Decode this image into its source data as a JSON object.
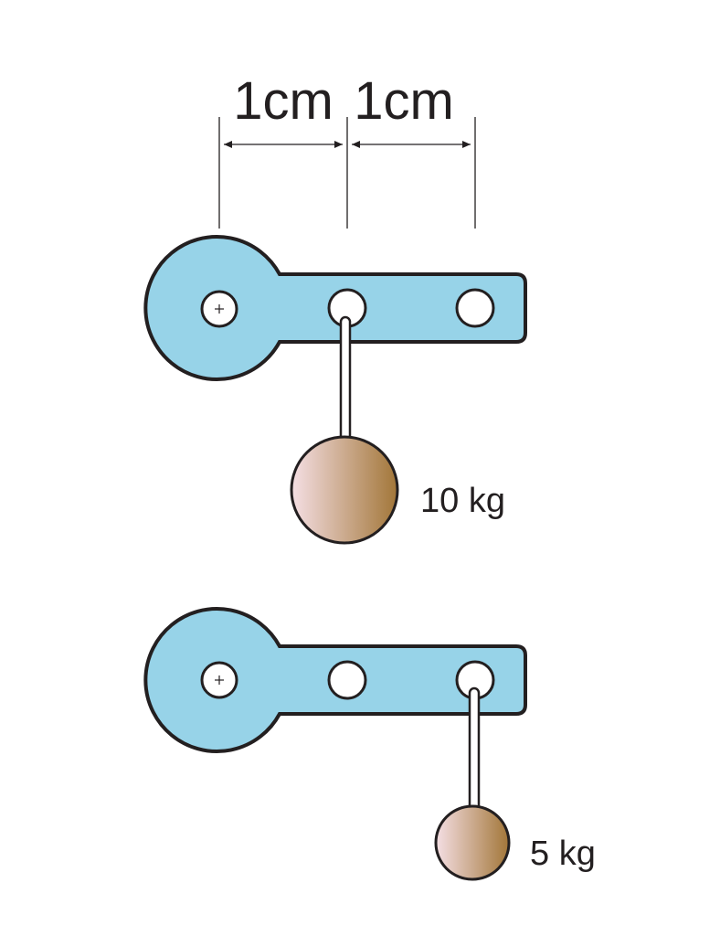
{
  "dimensions": {
    "left_label": "1cm",
    "right_label": "1cm"
  },
  "levers": [
    {
      "mass_label": "10 kg",
      "hole": "middle"
    },
    {
      "mass_label": "5 kg",
      "hole": "far"
    }
  ],
  "colors": {
    "arm": "#97d3e8",
    "outline": "#231f20",
    "mass_light": "#f5dfe4",
    "mass_dark": "#a27638",
    "pin": "#ffffff"
  },
  "icons": [
    "pivot-plus-icon"
  ]
}
